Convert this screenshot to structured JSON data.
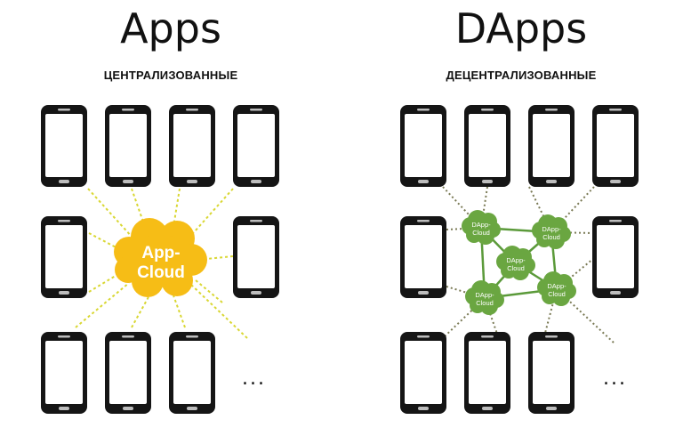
{
  "apps": {
    "title": "Apps",
    "subtitle": "ЦЕНТРАЛИЗОВАННЫЕ",
    "cloud_label": [
      "App-",
      "Cloud"
    ],
    "cloud_color": "#f6bd16",
    "ray_color": "#d9d733",
    "ellipsis": "..."
  },
  "dapps": {
    "title": "DApps",
    "subtitle": "ДЕЦЕНТРАЛИЗОВАННЫЕ",
    "node_label": [
      "DApp-",
      "Cloud"
    ],
    "node_color": "#6aa641",
    "link_color": "#5b9a3a",
    "dotted_color": "#7a7a55",
    "ellipsis": "..."
  },
  "phone": {
    "body_color": "#151515",
    "screen_color": "#ffffff"
  }
}
